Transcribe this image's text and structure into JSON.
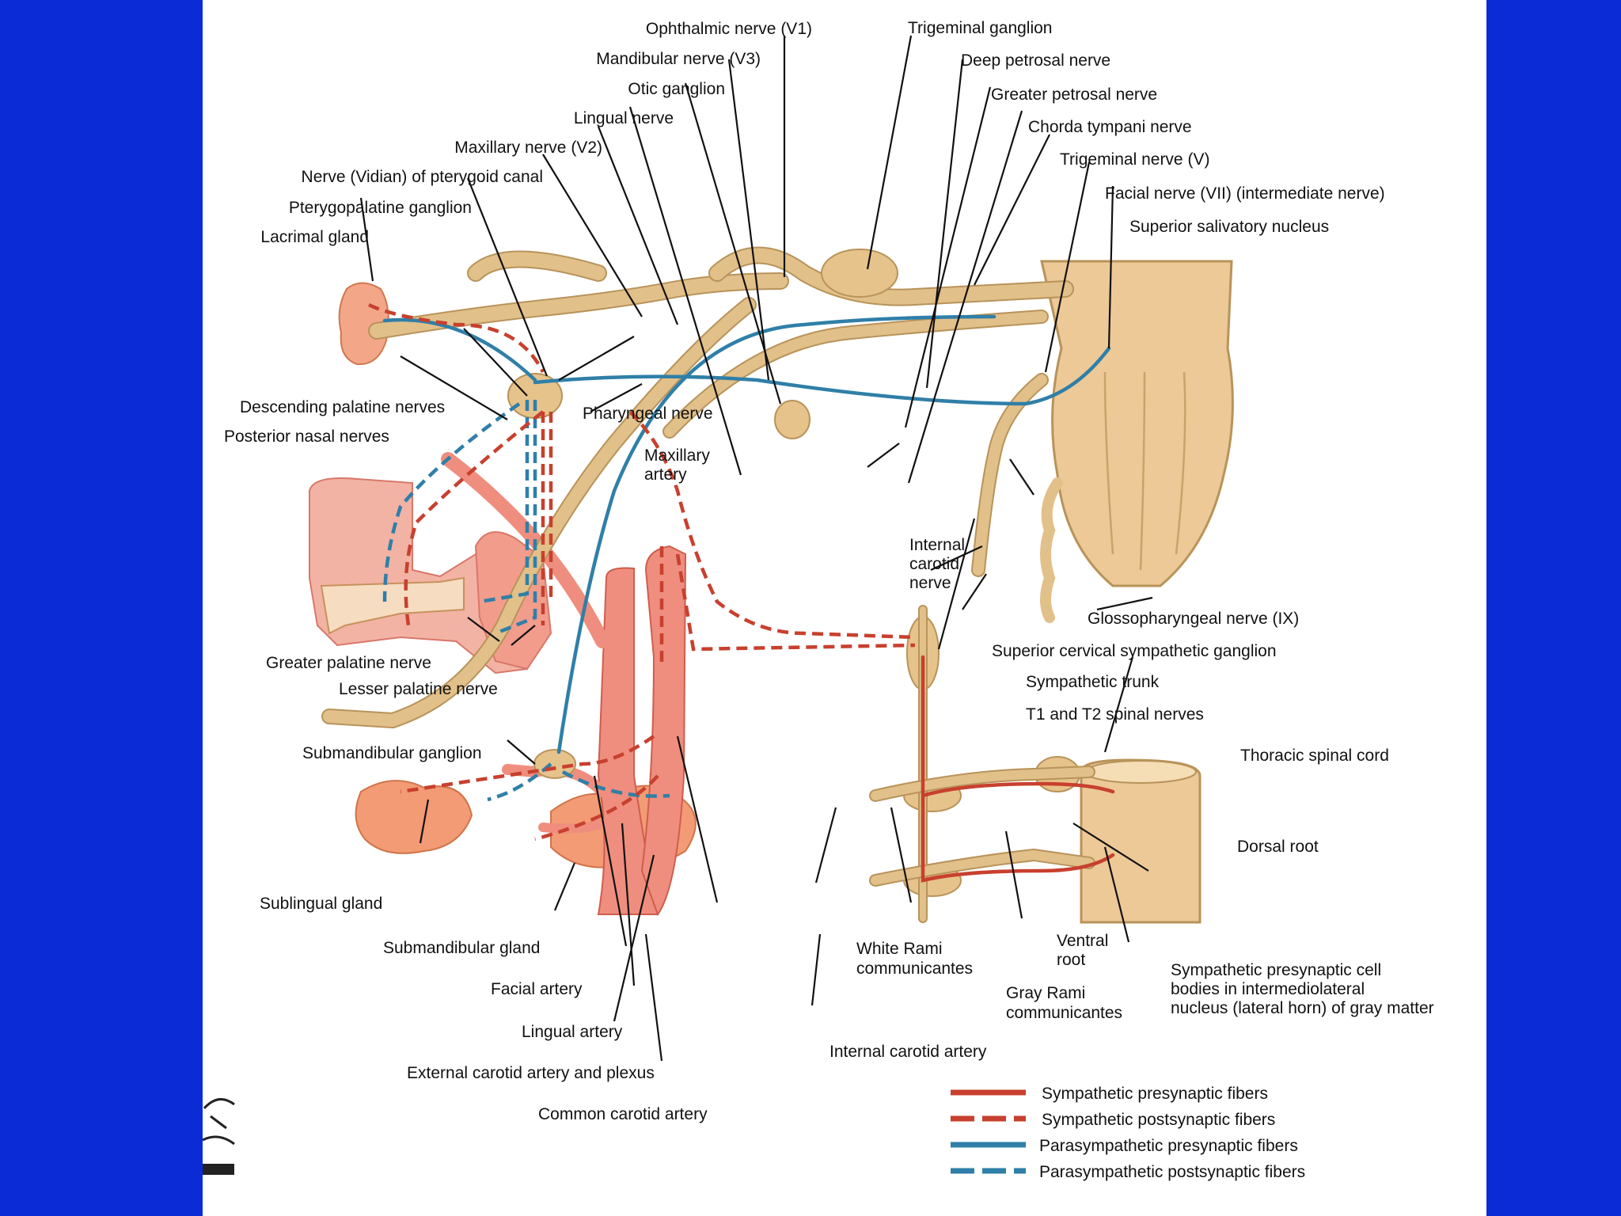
{
  "labels": {
    "ophthalmic_nerve": "Ophthalmic nerve (V1)",
    "mandibular_nerve": "Mandibular nerve (V3)",
    "otic_ganglion": "Otic ganglion",
    "lingual_nerve": "Lingual nerve",
    "maxillary_nerve": "Maxillary nerve (V2)",
    "vidian_nerve": "Nerve (Vidian) of pterygoid canal",
    "pterygopalatine_ganglion": "Pterygopalatine ganglion",
    "lacrimal_gland": "Lacrimal gland",
    "trigeminal_ganglion": "Trigeminal ganglion",
    "deep_petrosal_nerve": "Deep petrosal nerve",
    "greater_petrosal_nerve": "Greater petrosal nerve",
    "chorda_tympani_nerve": "Chorda tympani nerve",
    "trigeminal_nerve": "Trigeminal nerve (V)",
    "facial_nerve": "Facial nerve (VII) (intermediate nerve)",
    "superior_salivatory_nucleus": "Superior salivatory nucleus",
    "descending_palatine_nerves": "Descending palatine nerves",
    "posterior_nasal_nerves": "Posterior nasal nerves",
    "pharyngeal_nerve": "Pharyngeal nerve",
    "maxillary_artery_1": "Maxillary",
    "maxillary_artery_2": "artery",
    "internal_carotid_nerve_1": "Internal",
    "internal_carotid_nerve_2": "carotid",
    "internal_carotid_nerve_3": "nerve",
    "glossopharyngeal_nerve": "Glossopharyngeal nerve (IX)",
    "superior_cervical_ganglion": "Superior cervical sympathetic ganglion",
    "sympathetic_trunk": "Sympathetic trunk",
    "t1_t2_spinal_nerves": "T1 and T2 spinal nerves",
    "thoracic_spinal_cord": "Thoracic spinal cord",
    "dorsal_root": "Dorsal root",
    "greater_palatine_nerve": "Greater palatine nerve",
    "lesser_palatine_nerve": "Lesser palatine nerve",
    "submandibular_ganglion": "Submandibular ganglion",
    "sublingual_gland": "Sublingual gland",
    "submandibular_gland": "Submandibular gland",
    "facial_artery": "Facial artery",
    "lingual_artery": "Lingual artery",
    "external_carotid_artery": "External carotid artery and plexus",
    "common_carotid_artery": "Common carotid artery",
    "internal_carotid_artery": "Internal carotid artery",
    "white_rami_1": "White Rami",
    "white_rami_2": "communicantes",
    "gray_rami_1": "Gray Rami",
    "gray_rami_2": "communicantes",
    "ventral_root_1": "Ventral",
    "ventral_root_2": "root",
    "presynaptic_cell_bodies_1": "Sympathetic presynaptic cell",
    "presynaptic_cell_bodies_2": "bodies in intermediolateral",
    "presynaptic_cell_bodies_3": "nucleus (lateral horn) of gray matter"
  },
  "legend": [
    {
      "label": "Sympathetic presynaptic fibers",
      "color": "#c8402e",
      "style": "solid"
    },
    {
      "label": "Sympathetic postsynaptic fibers",
      "color": "#c8402e",
      "style": "dashed"
    },
    {
      "label": "Parasympathetic presynaptic fibers",
      "color": "#2f7fa8",
      "style": "solid"
    },
    {
      "label": "Parasympathetic postsynaptic fibers",
      "color": "#2f7fa8",
      "style": "dashed"
    }
  ],
  "colors": {
    "background": "#0a2bd6",
    "slide": "#ffffff",
    "nerve": "#e2c08a",
    "artery": "#ef8e7e",
    "gland": "#f09a78"
  }
}
